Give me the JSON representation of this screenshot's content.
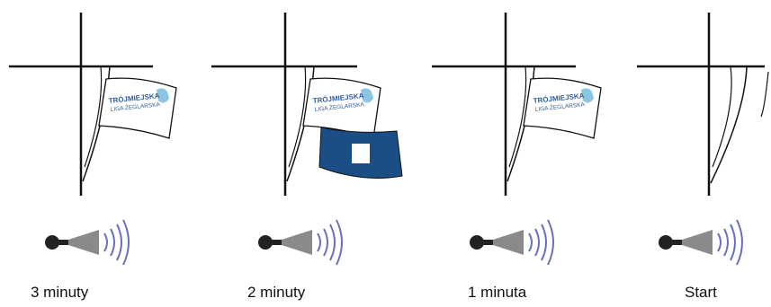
{
  "stages": [
    {
      "label": "3 minuty",
      "class_flag": true,
      "prep_flag": false,
      "flag_text": {
        "line1": "TRÓJMIEJSKA",
        "line2": "LIGA ŻEGLARSKA"
      }
    },
    {
      "label": "2 minuty",
      "class_flag": true,
      "prep_flag": true,
      "flag_text": {
        "line1": "TRÓJMIEJSKA",
        "line2": "LIGA ŻEGLARSKA"
      }
    },
    {
      "label": "1 minuta",
      "class_flag": true,
      "prep_flag": false,
      "flag_text": {
        "line1": "TRÓJMIEJSKA",
        "line2": "LIGA ŻEGLARSKA"
      }
    },
    {
      "label": "Start",
      "class_flag": false,
      "prep_flag": false
    }
  ],
  "colors": {
    "line": "#111111",
    "horn": "#8a8a8a",
    "horn_dark": "#222222",
    "sound_waves": "#6a6fc0",
    "flag_text": "#2f5f9a",
    "flag_wave": "#6fb8da",
    "prep_flag": "#1c4e86"
  },
  "icons": [
    "sound-signal-horn-icon",
    "sound-waves-icon",
    "class-flag-icon",
    "preparatory-flag-icon"
  ]
}
